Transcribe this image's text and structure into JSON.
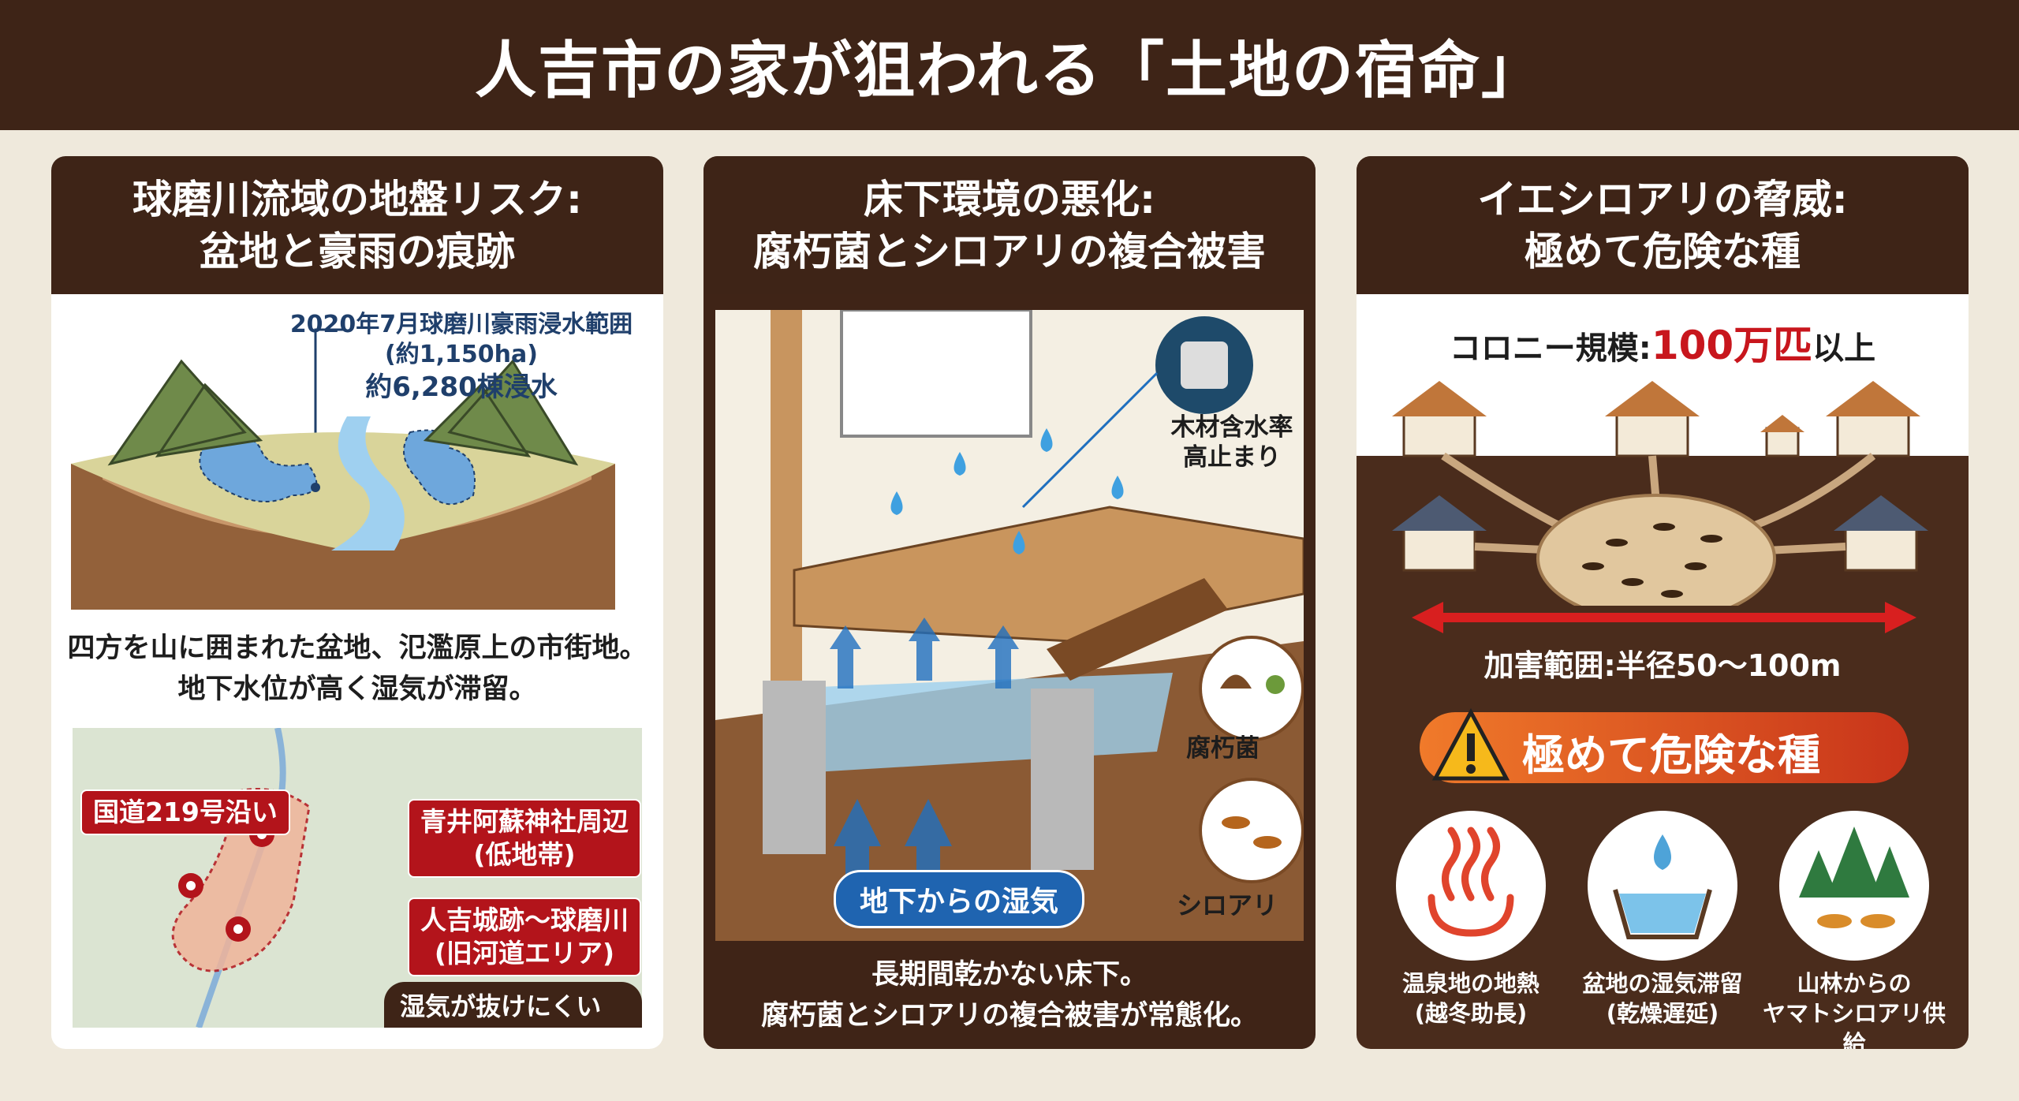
{
  "title": "人吉市の家が狙われる「土地の宿命」",
  "panel1": {
    "heading": [
      "球磨川流域の地盤リスク:",
      "盆地と豪雨の痕跡"
    ],
    "flood_label": [
      "2020年7月球磨川豪雨浸水範囲",
      "(約1,150ha)",
      "約6,280棟浸水"
    ],
    "description": [
      "四方を山に囲まれた盆地、氾濫原上の市街地。",
      "地下水位が高く湿気が滞留。"
    ],
    "map": {
      "callouts": [
        {
          "text": [
            "国道219号沿い"
          ]
        },
        {
          "text": [
            "青井阿蘇神社周辺",
            "(低地帯)"
          ]
        },
        {
          "text": [
            "人吉城跡〜球磨川",
            "(旧河道エリア)"
          ]
        }
      ],
      "footer": "湿気が抜けにくい構造"
    }
  },
  "panel2": {
    "heading": [
      "床下環境の悪化:",
      "腐朽菌とシロアリの複合被害"
    ],
    "labels": {
      "moisture_meter": [
        "木材含水率",
        "高止まり"
      ],
      "fungus": "腐朽菌",
      "termite": "シロアリ",
      "ground_moisture": "地下からの湿気"
    },
    "description": [
      "長期間乾かない床下。",
      "腐朽菌とシロアリの複合被害が常態化。"
    ]
  },
  "panel3": {
    "heading": [
      "イエシロアリの脅威:",
      "極めて危険な種"
    ],
    "colony": {
      "prefix": "コロニー規模:",
      "value": "100万匹",
      "suffix": "以上"
    },
    "range": "加害範囲:半径50〜100m",
    "warning": "極めて危険な種",
    "factors": [
      {
        "icon": "hot-spring-icon",
        "label": [
          "温泉地の地熱",
          "(越冬助長)"
        ]
      },
      {
        "icon": "water-basin-icon",
        "label": [
          "盆地の湿気滞留",
          "(乾燥遅延)"
        ]
      },
      {
        "icon": "forest-termite-icon",
        "label": [
          "山林からの",
          "ヤマトシロアリ供給"
        ]
      }
    ]
  },
  "colors": {
    "header": "#3e2417",
    "background": "#efe9dc",
    "accent_red": "#c8161d",
    "flood_blue": "#1f3f6b",
    "warning_orange": "#e05a1a"
  }
}
